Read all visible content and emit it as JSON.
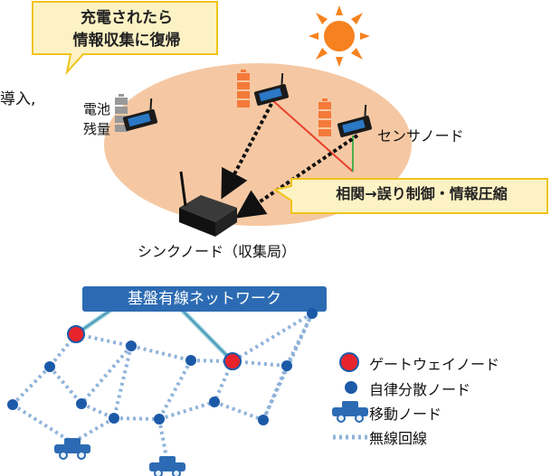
{
  "top_diagram": {
    "callout_top": [
      "充電されたら",
      "情報収集に復帰"
    ],
    "cut_text": "導入,",
    "battery_label": [
      "電池",
      "残量"
    ],
    "sensor_node_label": "センサノード",
    "callout_right": "相関→誤り制御・情報圧縮",
    "sink_node_label": "シンクノード（収集局）",
    "colors": {
      "field": "#f5c8a3",
      "callout_fill": "#fdf2c4",
      "callout_border": "#f0c419",
      "sun": "#f5821f",
      "battery_gray": "#999999",
      "battery_orange": "#f47a3a",
      "red_link": "#e8412c",
      "green_link": "#4caf50"
    }
  },
  "bottom_diagram": {
    "backbone_label": "基盤有線ネットワーク",
    "legend": [
      {
        "icon": "gateway-node-icon",
        "label": "ゲートウェイノード"
      },
      {
        "icon": "autonomous-node-icon",
        "label": "自律分散ノード"
      },
      {
        "icon": "mobile-node-icon",
        "label": "移動ノード"
      },
      {
        "icon": "wireless-link-icon",
        "label": "無線回線"
      }
    ],
    "colors": {
      "backbone": "#2c6bb3",
      "gateway": "#e8232c",
      "node": "#1c5aa8",
      "wireless": "#8fb3d9",
      "wired": "#8ec9d8"
    }
  }
}
